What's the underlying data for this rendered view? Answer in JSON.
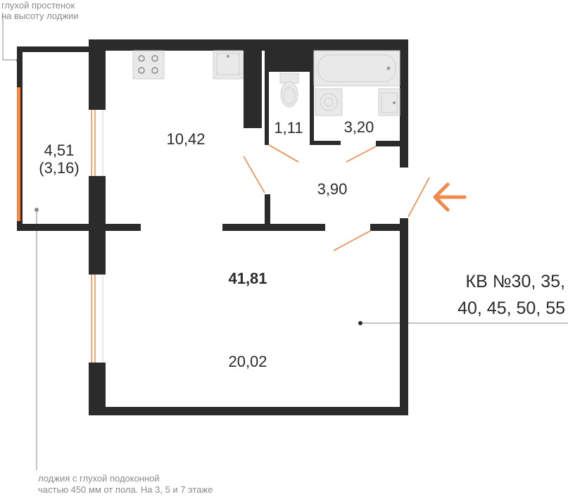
{
  "notes": {
    "top_line1": "глухой простенок",
    "top_line2": "на высоту лоджии",
    "bottom_line1": "лоджия с глухой подоконной",
    "bottom_line2": "частью 450 мм от пола. На 3, 5 и 7 этаже"
  },
  "rooms": {
    "loggia_area": "4,51",
    "loggia_area_reduced": "(3,16)",
    "kitchen": "10,42",
    "toilet": "1,11",
    "bathroom": "3,20",
    "hall": "3,90",
    "total": "41,81",
    "living": "20,02"
  },
  "apartment": {
    "line1": "КВ №30, 35,",
    "line2": "40, 45, 50, 55"
  },
  "colors": {
    "wall": "#2b2b2b",
    "accent": "#f08a4b",
    "note": "#8a8a8a"
  },
  "icons": {
    "entrance": "arrow-left-icon"
  }
}
